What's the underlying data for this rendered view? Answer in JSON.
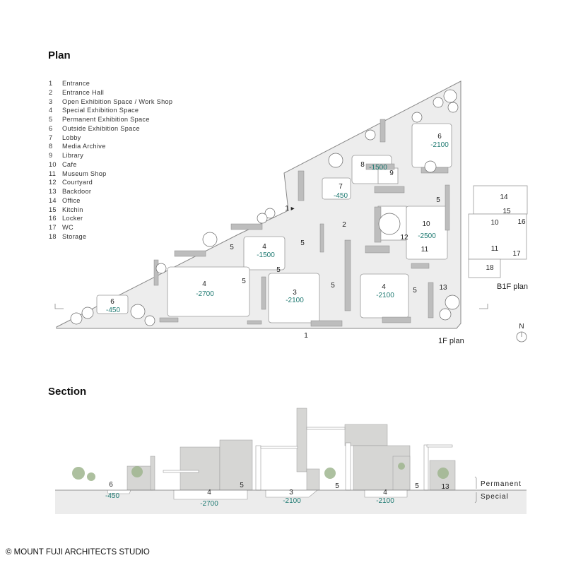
{
  "plan_title": "Plan",
  "section_title": "Section",
  "legend": [
    {
      "n": "1",
      "label": "Entrance"
    },
    {
      "n": "2",
      "label": "Entrance Hall"
    },
    {
      "n": "3",
      "label": "Open Exhibition Space / Work Shop"
    },
    {
      "n": "4",
      "label": "Special Exhibition Space"
    },
    {
      "n": "5",
      "label": "Permanent Exhibition Space"
    },
    {
      "n": "6",
      "label": "Outside Exhibition Space"
    },
    {
      "n": "7",
      "label": "Lobby"
    },
    {
      "n": "8",
      "label": "Media Archive"
    },
    {
      "n": "9",
      "label": "Library"
    },
    {
      "n": "10",
      "label": "Cafe"
    },
    {
      "n": "11",
      "label": "Museum Shop"
    },
    {
      "n": "12",
      "label": "Courtyard"
    },
    {
      "n": "13",
      "label": "Backdoor"
    },
    {
      "n": "14",
      "label": "Office"
    },
    {
      "n": "15",
      "label": "Kitchin"
    },
    {
      "n": "16",
      "label": "Locker"
    },
    {
      "n": "17",
      "label": "WC"
    },
    {
      "n": "18",
      "label": "Storage"
    }
  ],
  "plan_1f": {
    "caption": "1F plan",
    "entrance_side": "1 ▸",
    "entrance_bottom": "1",
    "rooms": {
      "r6a": {
        "n": "6",
        "level": "-2100"
      },
      "r8": {
        "n": "8",
        "level": "-1500"
      },
      "r9": {
        "n": "9"
      },
      "r7": {
        "n": "7",
        "level": "-450"
      },
      "r5a": {
        "n": "5"
      },
      "r10": {
        "n": "10",
        "level": "-2500"
      },
      "r12": {
        "n": "12"
      },
      "r11": {
        "n": "11"
      },
      "r2": {
        "n": "2"
      },
      "r5b": {
        "n": "5"
      },
      "r4a": {
        "n": "4",
        "level": "-1500"
      },
      "r5c": {
        "n": "5"
      },
      "r5d": {
        "n": "5"
      },
      "r5e": {
        "n": "5"
      },
      "r4b": {
        "n": "4",
        "level": "-2700"
      },
      "r3": {
        "n": "3",
        "level": "-2100"
      },
      "r5f": {
        "n": "5"
      },
      "r4c": {
        "n": "4",
        "level": "-2100"
      },
      "r5g": {
        "n": "5"
      },
      "r13": {
        "n": "13"
      },
      "r6b": {
        "n": "6",
        "level": "-450"
      }
    }
  },
  "plan_b1f": {
    "caption": "B1F plan",
    "rooms": [
      "14",
      "15",
      "10",
      "16",
      "11",
      "17",
      "18"
    ]
  },
  "compass": "N",
  "section": {
    "labels": [
      {
        "n": "6",
        "level": "-450"
      },
      {
        "n": "4",
        "level": "-2700"
      },
      {
        "n": "5"
      },
      {
        "n": "3",
        "level": "-2100"
      },
      {
        "n": "5"
      },
      {
        "n": "4",
        "level": "-2100"
      },
      {
        "n": "5"
      },
      {
        "n": "13"
      }
    ],
    "permanent": "Permanent",
    "special": "Special"
  },
  "credit": "© MOUNT FUJI ARCHITECTS STUDIO",
  "colors": {
    "level": "#1f7a72",
    "floor": "#ececec",
    "wall": "#bdbdbd"
  }
}
